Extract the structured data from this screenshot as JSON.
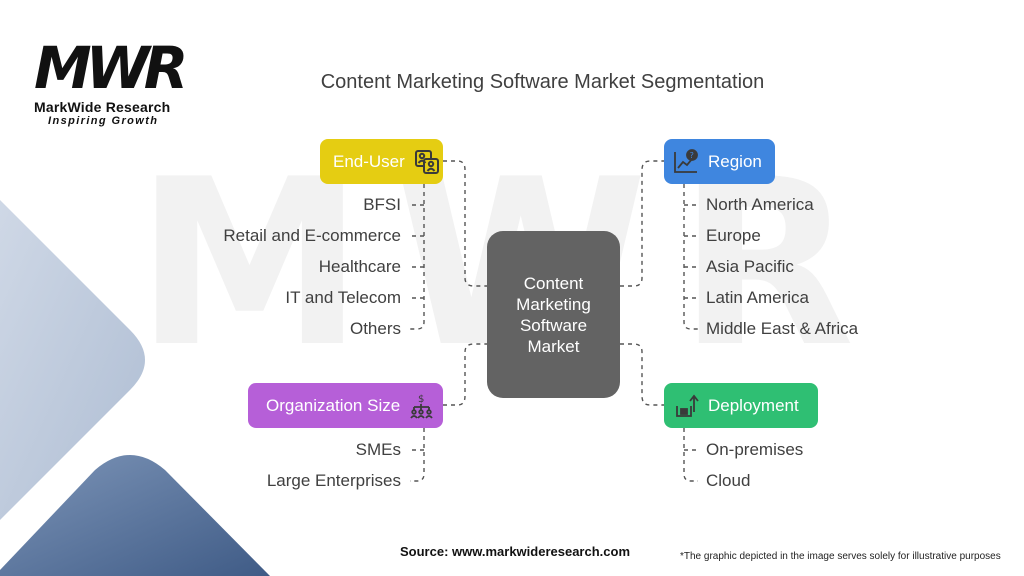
{
  "logo": {
    "mark": "MWR",
    "name": "MarkWide Research",
    "tagline": "Inspiring Growth"
  },
  "watermark": "MWR",
  "title": "Content Marketing Software Market Segmentation",
  "center": "Content Marketing Software Market",
  "segments": {
    "end_user": {
      "label": "End-User",
      "icon": "business-people-icon",
      "color": "#e5cd12",
      "items": [
        "BFSI",
        "Retail and E-commerce",
        "Healthcare",
        "IT and Telecom",
        "Others"
      ]
    },
    "organization_size": {
      "label": "Organization Size",
      "icon": "org-hierarchy-dollar-icon",
      "color": "#b65fd8",
      "items": [
        "SMEs",
        "Large Enterprises"
      ]
    },
    "region": {
      "label": "Region",
      "icon": "chart-question-icon",
      "color": "#3f86df",
      "items": [
        "North America",
        "Europe",
        "Asia Pacific",
        "Latin America",
        "Middle East & Africa"
      ]
    },
    "deployment": {
      "label": "Deployment",
      "icon": "box-upload-icon",
      "color": "#2fbf73",
      "items": [
        "On-premises",
        "Cloud"
      ]
    }
  },
  "footer": {
    "source": "Source: www.markwideresearch.com",
    "note": "*The graphic depicted in the image serves solely for illustrative purposes"
  }
}
